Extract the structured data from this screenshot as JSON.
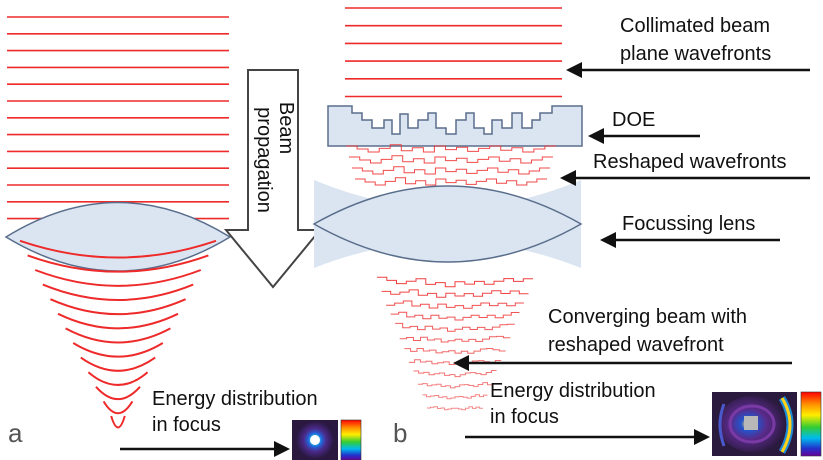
{
  "colors": {
    "wavefront": "#ee2a2a",
    "lens_fill": "#dbe5f1",
    "lens_stroke": "#5a6e8c",
    "arrow": "#111111",
    "big_arrow_fill": "#ffffff",
    "inset_background": "#3b1f4a"
  },
  "arrow_label": {
    "line1": "Beam",
    "line2": "propagation"
  },
  "panel_a": {
    "letter": "a",
    "energy_label": {
      "line1": "Energy distribution",
      "line2": "in focus"
    }
  },
  "panel_b": {
    "letter": "b",
    "collimated_label": {
      "line1": "Collimated beam",
      "line2": "plane wavefronts"
    },
    "doe_label": "DOE",
    "reshaped_label": "Reshaped wavefronts",
    "lens_label": "Focussing lens",
    "converging_label": {
      "line1": "Converging beam with",
      "line2": "reshaped wavefront"
    },
    "energy_label": {
      "line1": "Energy distribution",
      "line2": "in focus"
    }
  },
  "icons": {
    "propagation_arrow": "down-arrow-icon",
    "pointer_arrow": "left-arrow-icon",
    "focus_pointer": "right-arrow-icon",
    "colorbar": "rainbow-colorbar-icon"
  }
}
